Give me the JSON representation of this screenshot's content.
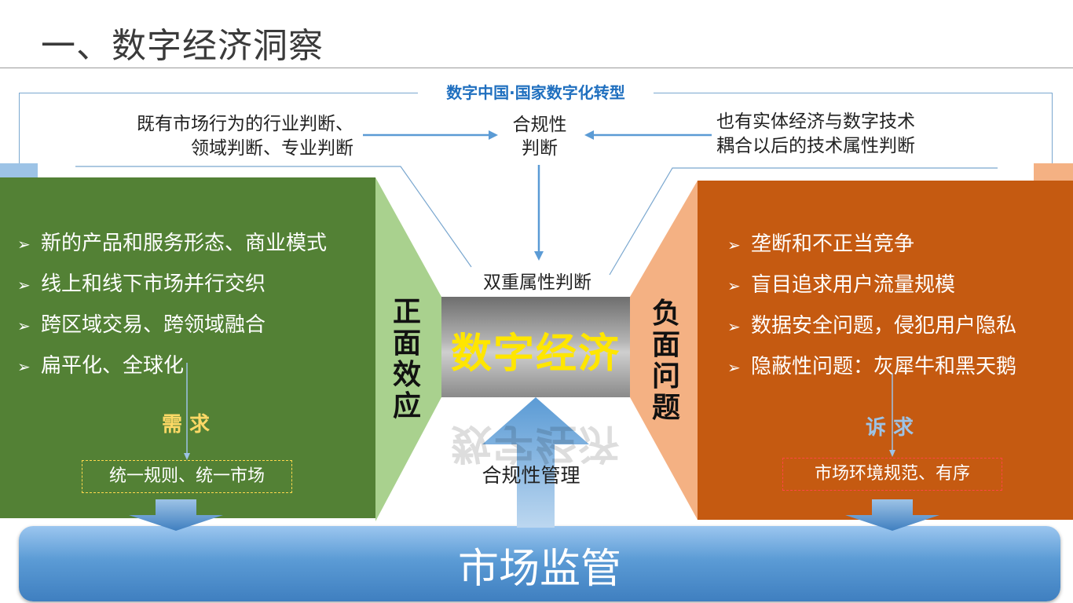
{
  "title": "一、数字经济洞察",
  "banner": "数字中国·国家数字化转型",
  "top_left_text": [
    "既有市场行为的行业判断、",
    "领域判断、专业判断"
  ],
  "top_right_text": [
    "也有实体经济与数字技术",
    "耦合以后的技术属性判断"
  ],
  "compliance_judgment": [
    "合规性",
    "判断"
  ],
  "dual_attribute": "双重属性判断",
  "center_label": "数字经济",
  "positive": {
    "label": [
      "正",
      "面",
      "效",
      "应"
    ],
    "bullet": "➢",
    "items": [
      "新的产品和服务形态、商业模式",
      "线上和线下市场并行交织",
      "跨区域交易、跨领域融合",
      "扁平化、全球化"
    ],
    "demand_label": "需 求",
    "demand_box": "统一规则、统一市场"
  },
  "negative": {
    "label": [
      "负",
      "面",
      "问",
      "题"
    ],
    "bullet": "➢",
    "items": [
      "垄断和不正当竞争",
      "盲目追求用户流量规模",
      "数据安全问题，侵犯用户隐私",
      "隐蔽性问题：灰犀牛和黑天鹅"
    ],
    "appeal_label": "诉 求",
    "appeal_box": "市场环境规范、有序"
  },
  "compliance_management": "合规性管理",
  "market_supervision": "市场监管",
  "colors": {
    "green_panel": "#538135",
    "orange_panel": "#c55a11",
    "light_green_trap": "#a9d18e",
    "light_orange_trap": "#f4b183",
    "blue": "#5b9bd5",
    "banner_text": "#1f6fbf",
    "digital_text": "#ffe600",
    "demand_text": "#ffd966",
    "appeal_text": "#9dc3e6"
  }
}
